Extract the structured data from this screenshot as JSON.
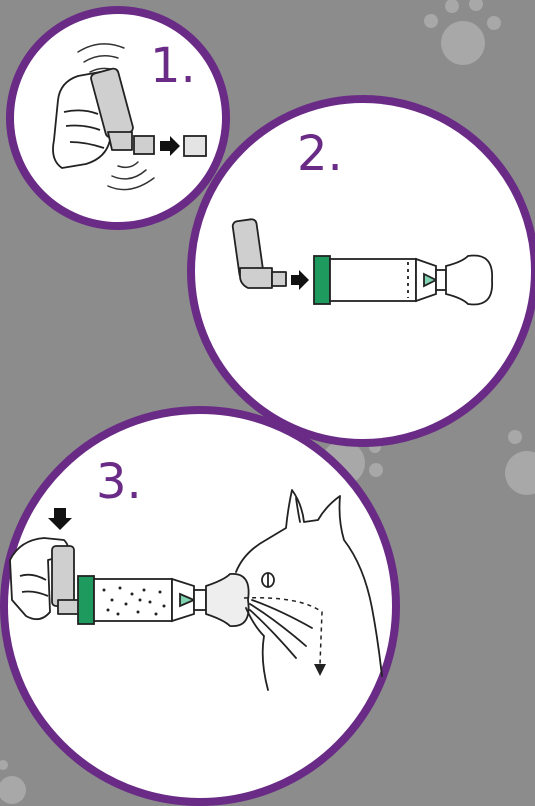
{
  "steps": [
    {
      "label": "1."
    },
    {
      "label": "2."
    },
    {
      "label": "3."
    }
  ],
  "colors": {
    "background": "#8c8c8c",
    "paw": "#a8a8a8",
    "circle_fill": "#ffffff",
    "circle_border": "#6a2b86",
    "spacer_green": "#1f9a5f",
    "valve_green": "#7fd3b0",
    "inhaler_gray": "#cfcfcf",
    "line": "#222222"
  },
  "icons": [
    "shake-inhaler-icon",
    "remove-cap-icon",
    "insert-arrow-icon",
    "spacer-chamber-icon",
    "face-mask-icon",
    "press-canister-arrow-icon",
    "cat-icon",
    "breath-path-icon"
  ]
}
